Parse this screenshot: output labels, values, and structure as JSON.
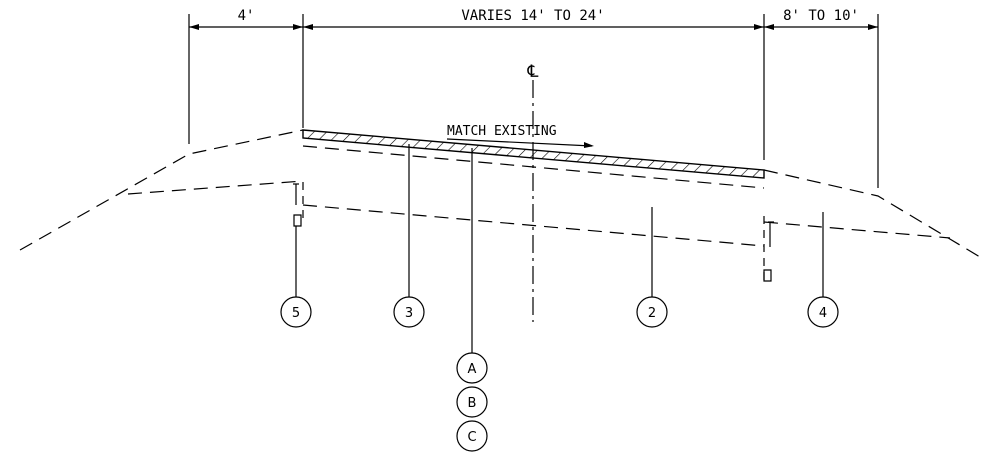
{
  "dimensions": {
    "left": "4'",
    "middle": "VARIES 14' TO 24'",
    "right": "8' TO 10'"
  },
  "centerline_symbol": "℄",
  "match_label": "MATCH EXISTING",
  "callouts": {
    "five": "5",
    "three": "3",
    "two": "2",
    "four": "4",
    "a": "A",
    "b": "B",
    "c": "C"
  }
}
